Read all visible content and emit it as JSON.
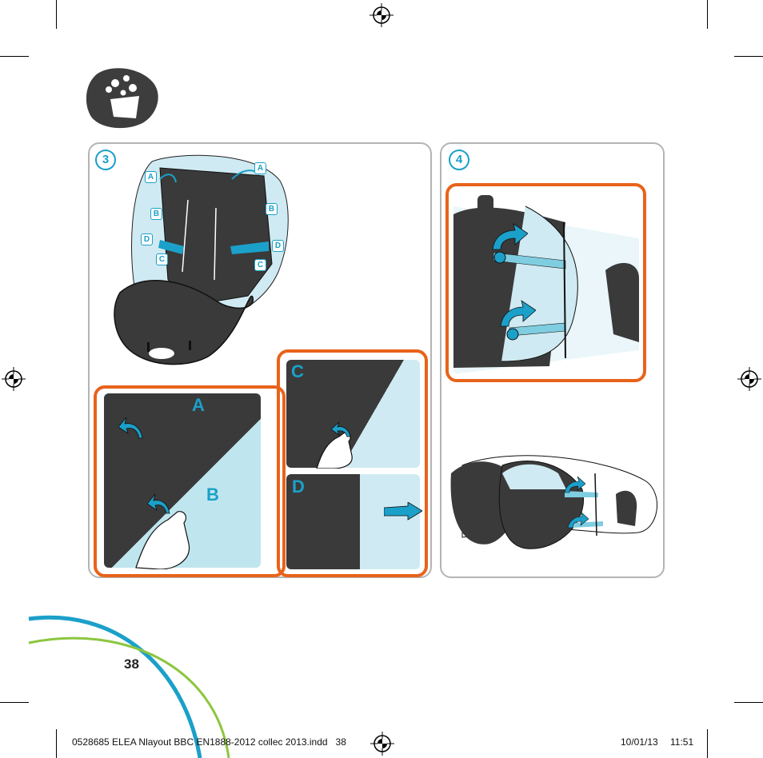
{
  "steps": {
    "step3": "3",
    "step4": "4"
  },
  "callouts": {
    "a": "A",
    "b": "B",
    "c": "C",
    "d": "D"
  },
  "page_number": "38",
  "footer": {
    "file": "0528685 ELEA Nlayout BBC EN1888-2012 collec 2013.indd   38",
    "date": "10/01/13",
    "time": "11:51"
  },
  "colors": {
    "accent": "#1ba0c9",
    "highlight": "#e8631a",
    "dark": "#3a3a3a",
    "panel_border": "#b4b4b4",
    "green": "#8cc63f"
  },
  "icons": [
    "washing-hand-icon",
    "registration-mark-icon",
    "arrow-icon"
  ]
}
